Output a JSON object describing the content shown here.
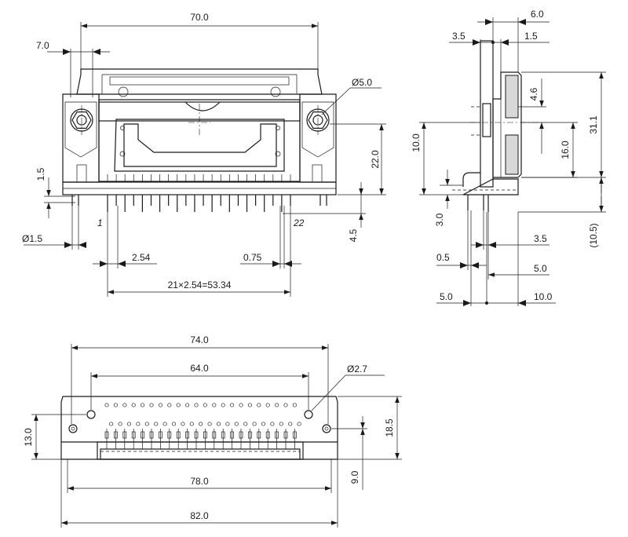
{
  "front_view": {
    "dim_width": "70.0",
    "dim_offset": "7.0",
    "dim_hole": "Ø5.0",
    "dim_height": "22.0",
    "dim_step": "1.5",
    "dim_pin_dia": "Ø1.5",
    "dim_pin_len": "4.5",
    "dim_pitch": "2.54",
    "dim_pin_w": "0.75",
    "dim_span": "21×2.54=53.34",
    "pin_first": "1",
    "pin_last": "22"
  },
  "side_view": {
    "dim_top": "6.0",
    "dim_a": "3.5",
    "dim_b": "1.5",
    "dim_c": "4.6",
    "dim_d": "10.0",
    "dim_e": "16.0",
    "dim_f": "31.1",
    "dim_g": "3.0",
    "dim_h": "0.5",
    "dim_i": "3.5",
    "dim_j": "5.0",
    "dim_k": "(10.5)",
    "dim_l": "5.0",
    "dim_m": "10.0"
  },
  "bottom_view": {
    "dim_74": "74.0",
    "dim_64": "64.0",
    "dim_hole": "Ø2.7",
    "dim_13": "13.0",
    "dim_185": "18.5",
    "dim_9": "9.0",
    "dim_78": "78.0",
    "dim_82": "82.0"
  },
  "colors": {
    "line": "#1a1a1a",
    "background": "#ffffff",
    "fill": "#d8d8d8"
  }
}
